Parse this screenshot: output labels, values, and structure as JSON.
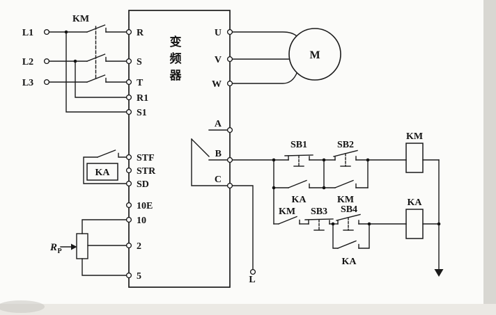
{
  "diagram": {
    "source": [
      "L1",
      "L2",
      "L3"
    ],
    "contactor": "KM",
    "inverter_chars": [
      "变",
      "频",
      "器"
    ],
    "inverter_label": "变频器",
    "terminals_left": [
      "R",
      "S",
      "T",
      "R1",
      "S1",
      "STF",
      "STR",
      "SD",
      "10E",
      "10",
      "2",
      "5"
    ],
    "terminals_out": [
      "U",
      "V",
      "W"
    ],
    "relay_terminals": [
      "A",
      "B",
      "C"
    ],
    "motor": "M",
    "ka_contact": "KA",
    "pot_main": "R",
    "pot_sub": "P",
    "line_terminal": "L",
    "control": {
      "sb1": "SB1",
      "sb2": "SB2",
      "sb3": "SB3",
      "sb4": "SB4",
      "km_coil": "KM",
      "ka_coil": "KA",
      "ka_seal": "KA",
      "km_seal": "KM",
      "km_enable": "KM",
      "ka_hold": "KA"
    },
    "colors": {
      "line": "#1a1a1a",
      "background": "#fbfbf9"
    }
  }
}
